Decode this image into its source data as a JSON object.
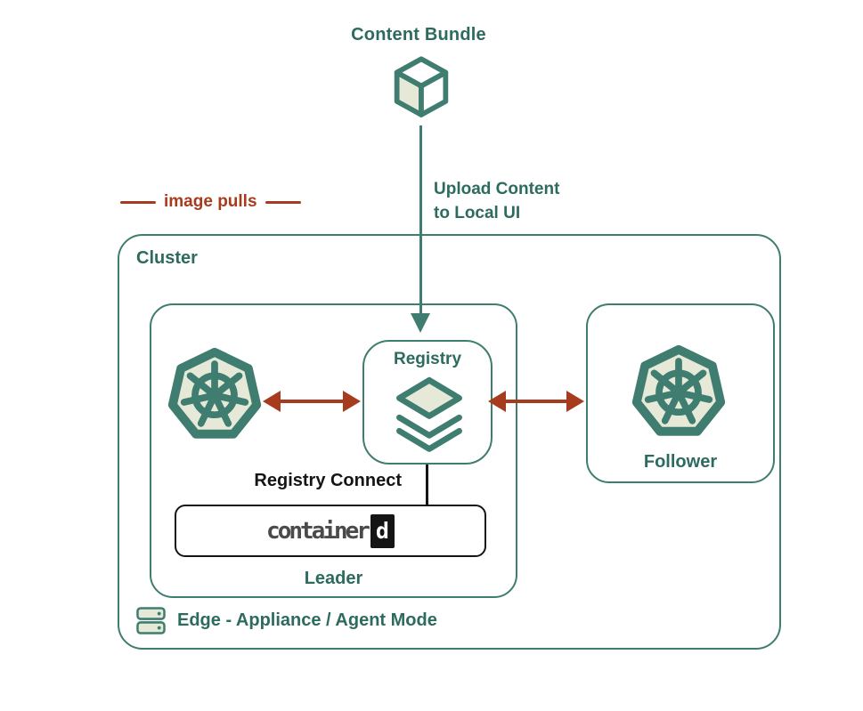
{
  "title": "Content Bundle",
  "colors": {
    "teal_stroke": "#3E7D6F",
    "teal_text": "#2D6B5F",
    "node_fill": "#E7E9D8",
    "pull_red": "#A63C1D",
    "ink_black": "#141414",
    "containerd_gray": "#4A4A4A"
  },
  "nodes": {
    "content_bundle": {
      "label": "Content Bundle",
      "icon": "cube-icon"
    },
    "cluster": {
      "label": "Cluster"
    },
    "leader": {
      "label": "Leader",
      "icon": "kubernetes-icon"
    },
    "registry": {
      "label": "Registry",
      "icon": "layers-icon"
    },
    "follower": {
      "label": "Follower",
      "icon": "kubernetes-icon"
    },
    "containerd": {
      "word": "container",
      "suffix": "d"
    },
    "edge": {
      "label": "Edge - Appliance / Agent Mode",
      "icon": "server-stack-icon"
    }
  },
  "edges": {
    "upload": {
      "label_line1": "Upload Content",
      "label_line2": "to Local UI"
    },
    "registry_connect": {
      "label": "Registry Connect"
    },
    "image_pulls": {
      "legend_label": "image pulls"
    }
  }
}
